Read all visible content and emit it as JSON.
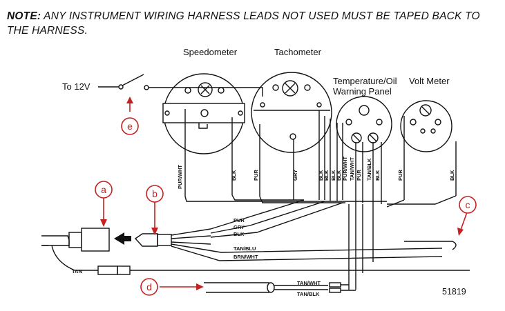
{
  "note": {
    "prefix": "NOTE:",
    "text": " ANY INSTRUMENT WIRING HARNESS LEADS NOT USED MUST BE TAPED BACK TO THE HARNESS."
  },
  "gauges": {
    "speedometer": "Speedometer",
    "tachometer": "Tachometer",
    "temp_oil": "Temperature/Oil",
    "warning_panel": "Warning Panel",
    "volt_meter": "Volt Meter"
  },
  "power": {
    "label": "To 12V"
  },
  "callouts": {
    "a": "a",
    "b": "b",
    "c": "c",
    "d": "d",
    "e": "e"
  },
  "wires": {
    "pur_wht": "PUR/WHT",
    "blk": "BLK",
    "pur": "PUR",
    "gry": "GRY",
    "tan_wht": "TAN/WHT",
    "tan_blk": "TAN/BLK",
    "tan_blu": "TAN/BLU",
    "brn_wht": "BRN/WHT",
    "tan": "TAN"
  },
  "figure_number": "51819",
  "colors": {
    "callout": "#c42020",
    "line": "#111111"
  }
}
